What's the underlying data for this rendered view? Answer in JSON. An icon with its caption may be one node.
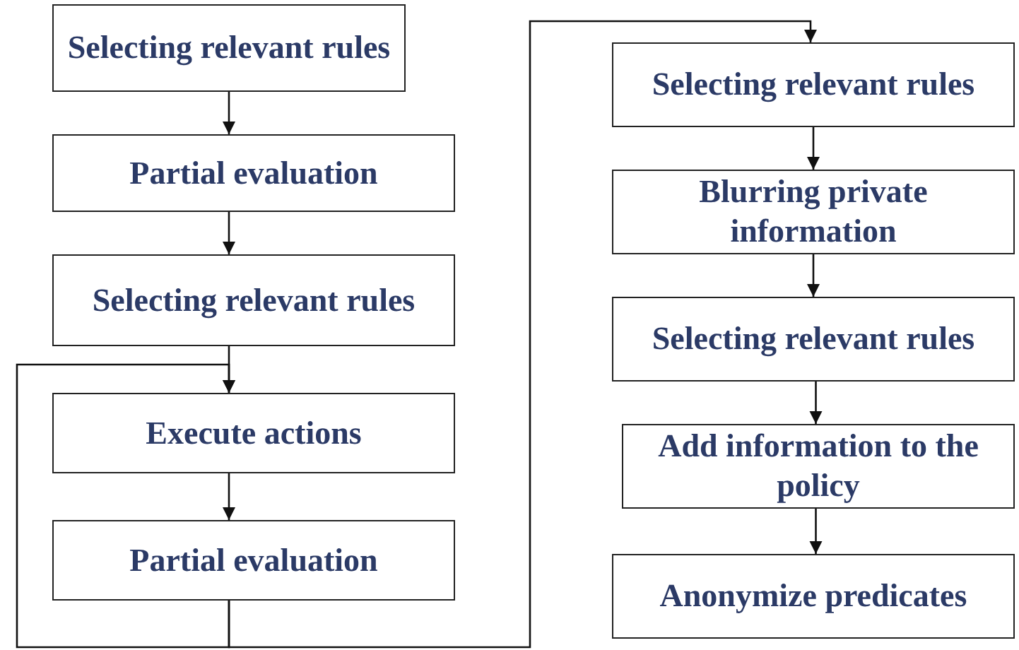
{
  "diagram": {
    "nodes": [
      {
        "text": [
          "Selecting relevant rules"
        ]
      },
      {
        "text": [
          "Partial evaluation"
        ]
      },
      {
        "text": [
          "Selecting relevant rules"
        ]
      },
      {
        "text": [
          "Execute actions"
        ]
      },
      {
        "text": [
          "Partial evaluation"
        ]
      },
      {
        "text": [
          "Selecting relevant rules"
        ]
      },
      {
        "text": [
          "Blurring private information"
        ]
      },
      {
        "text": [
          "Selecting relevant rules"
        ]
      },
      {
        "text": [
          "Add information to the policy"
        ]
      },
      {
        "text": [
          "Anonymize predicates"
        ]
      }
    ],
    "edges": [
      {
        "from": 0,
        "to": 1,
        "arrow": "to"
      },
      {
        "from": 1,
        "to": 2,
        "arrow": "to"
      },
      {
        "from": 2,
        "to": 3,
        "arrow": "to"
      },
      {
        "from": 3,
        "to": 4,
        "arrow": "to"
      },
      {
        "from": 4,
        "to": 3,
        "arrow": "to"
      },
      {
        "from": 4,
        "to": 5,
        "arrow": "to"
      },
      {
        "from": 5,
        "to": 6,
        "arrow": "to"
      },
      {
        "from": 6,
        "to": 7,
        "arrow": "to"
      },
      {
        "from": 7,
        "to": 8,
        "arrow": "to"
      },
      {
        "from": 8,
        "to": 9,
        "arrow": "to"
      }
    ]
  }
}
